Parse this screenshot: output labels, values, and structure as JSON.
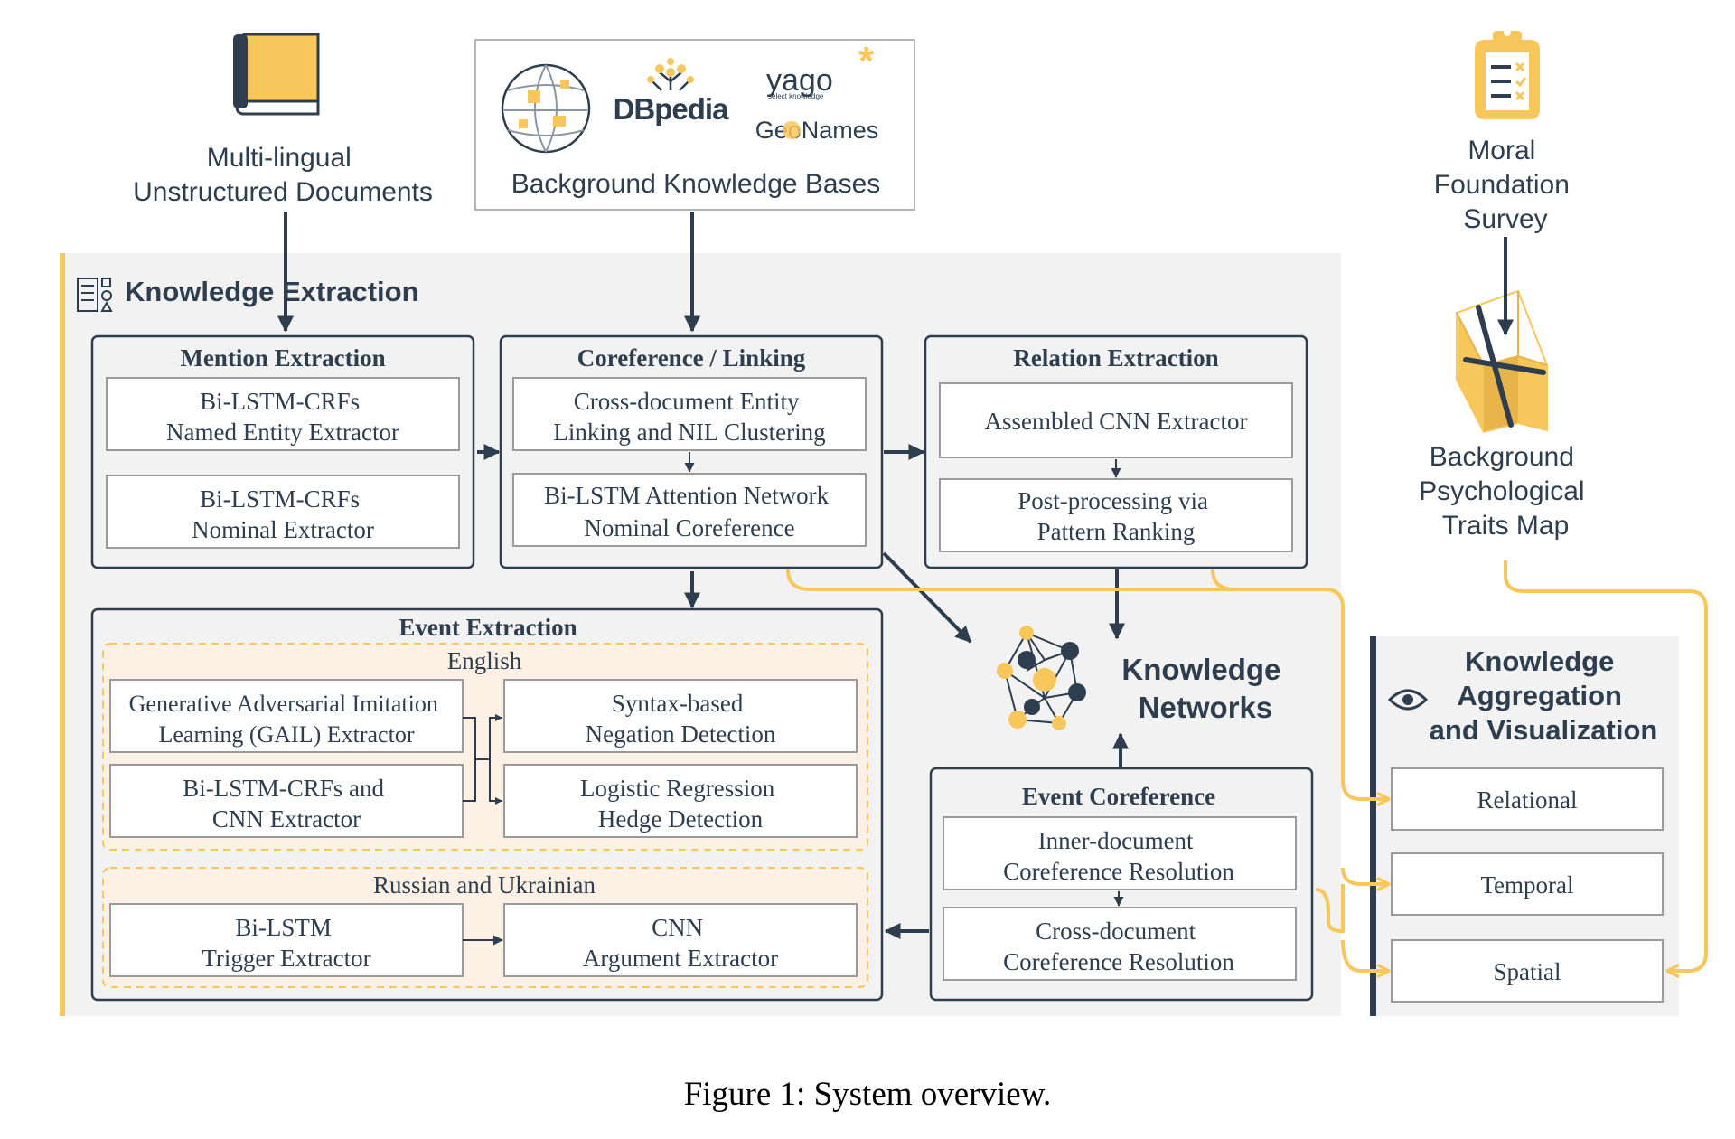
{
  "sources": {
    "documents_label": [
      "Multi-lingual",
      "Unstructured Documents"
    ],
    "kb_logos": {
      "dbpedia": "DBpedia",
      "yago": "yago",
      "yago_tagline": "select knowledge",
      "geonames": "GeoNames"
    },
    "kb_label": "Background Knowledge Bases",
    "survey_label": [
      "Moral",
      "Foundation",
      "Survey"
    ],
    "psych_map_label": [
      "Background",
      "Psychological",
      "Traits Map"
    ]
  },
  "knowledge_extraction": {
    "title": "Knowledge Extraction",
    "mention": {
      "title": "Mention Extraction",
      "items": [
        [
          "Bi-LSTM-CRFs",
          "Named Entity Extractor"
        ],
        [
          "Bi-LSTM-CRFs",
          "Nominal Extractor"
        ]
      ]
    },
    "coref_linking": {
      "title": "Coreference / Linking",
      "items": [
        [
          "Cross-document Entity",
          "Linking and NIL Clustering"
        ],
        [
          "Bi-LSTM Attention Network",
          "Nominal Coreference"
        ]
      ]
    },
    "relation": {
      "title": "Relation Extraction",
      "items": [
        [
          "Assembled CNN Extractor"
        ],
        [
          "Post-processing via",
          "Pattern Ranking"
        ]
      ]
    },
    "event": {
      "title": "Event Extraction",
      "english": {
        "title": "English",
        "left": [
          [
            "Generative Adversarial Imitation",
            "Learning (GAIL) Extractor"
          ],
          [
            "Bi-LSTM-CRFs and",
            "CNN Extractor"
          ]
        ],
        "right": [
          [
            "Syntax-based",
            "Negation Detection"
          ],
          [
            "Logistic Regression",
            "Hedge Detection"
          ]
        ]
      },
      "ru_uk": {
        "title": "Russian and Ukrainian",
        "left": [
          "Bi-LSTM",
          "Trigger Extractor"
        ],
        "right": [
          "CNN",
          "Argument Extractor"
        ]
      }
    },
    "networks_label": [
      "Knowledge",
      "Networks"
    ],
    "event_coref": {
      "title": "Event Coreference",
      "items": [
        [
          "Inner-document",
          "Coreference Resolution"
        ],
        [
          "Cross-document",
          "Coreference Resolution"
        ]
      ]
    }
  },
  "aggregation": {
    "title": [
      "Knowledge",
      "Aggregation",
      "and Visualization"
    ],
    "views": [
      "Relational",
      "Temporal",
      "Spatial"
    ]
  },
  "caption": "Figure 1: System overview.",
  "colors": {
    "accent": "#F8C75B",
    "line": "#2E3E4E",
    "panel": "#F2F2F2",
    "box_border": "#9A9A9A",
    "event_lang_fill": "#FCF1E4"
  },
  "icons": [
    "book-icon",
    "wikipedia-globe-icon",
    "dbpedia-logo",
    "yago-logo",
    "geonames-logo",
    "clipboard-checklist-icon",
    "folded-map-icon",
    "knowledge-extraction-icon",
    "knowledge-network-graph-icon",
    "eye-icon"
  ]
}
